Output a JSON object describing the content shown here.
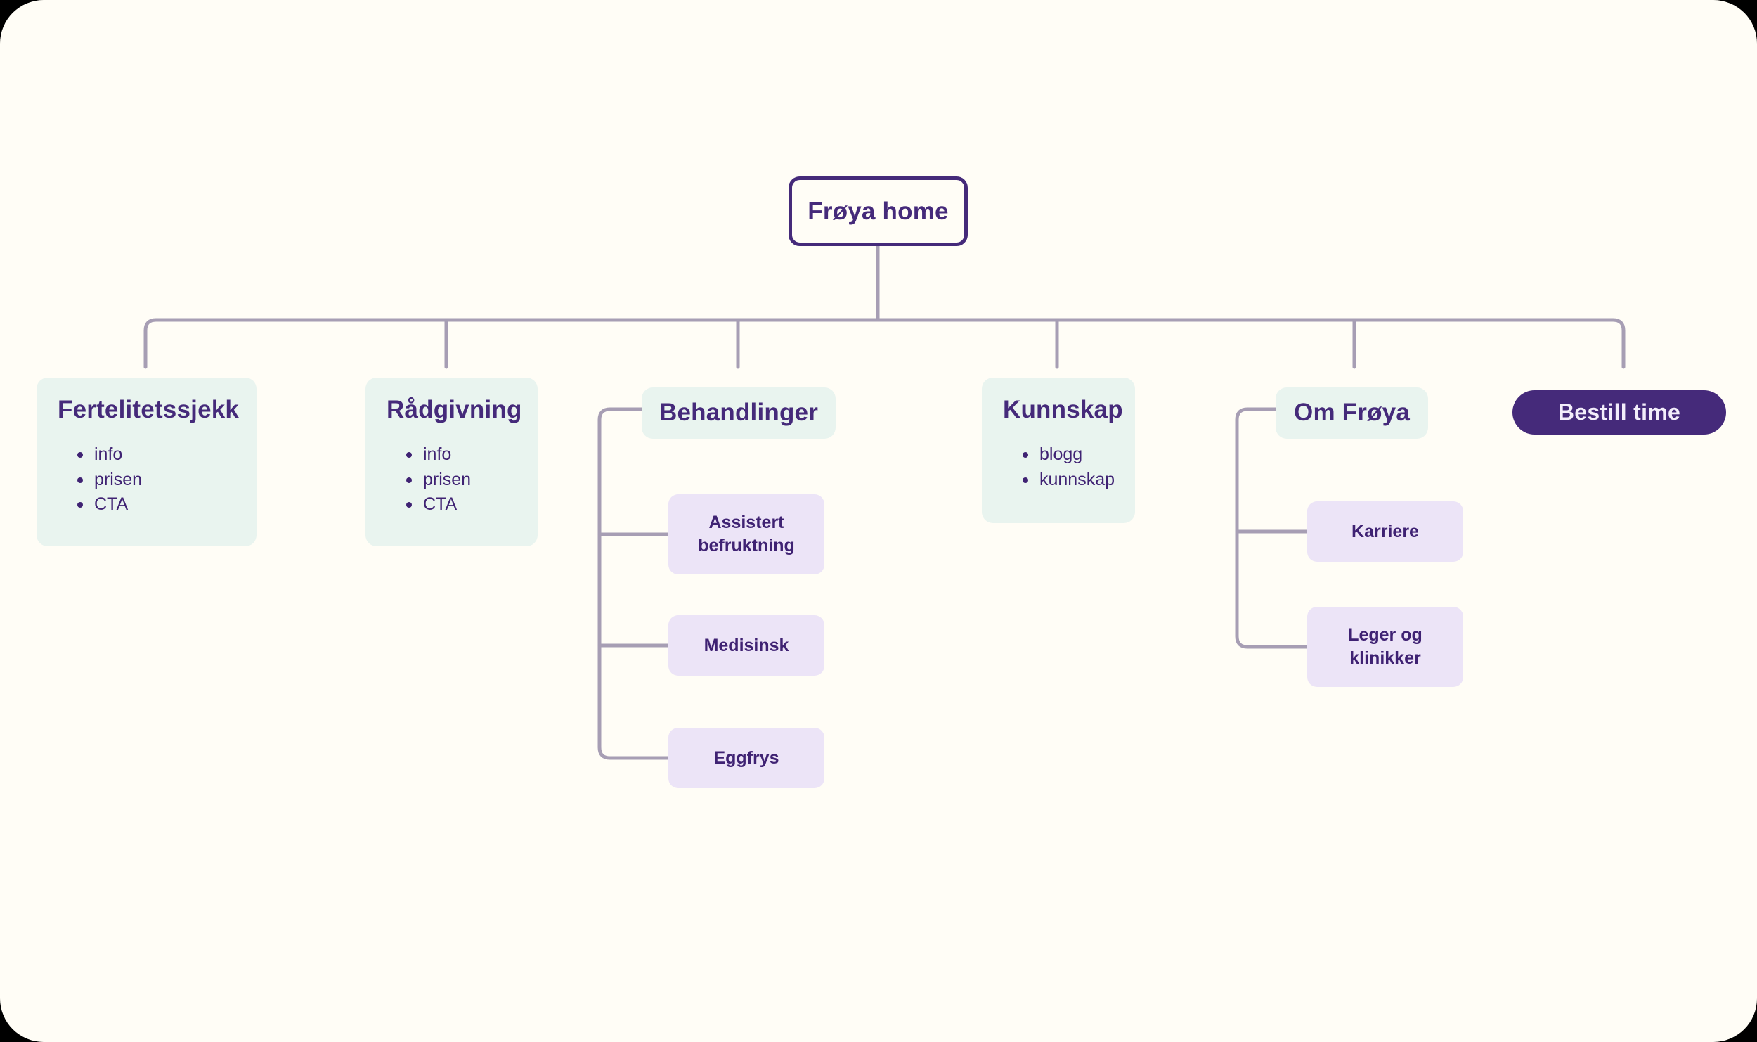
{
  "diagram": {
    "type": "sitemap-tree",
    "background_color": "#fffdf6",
    "connector_color": "#a79eb4",
    "accent_color": "#452a7a",
    "section_card_color": "#e9f4ef",
    "leaf_card_color": "#ece4f7",
    "root": {
      "label": "Frøya home"
    },
    "sections": [
      {
        "id": "fertilitetssjekk",
        "label": "Fertelitetssjekk",
        "bullets": [
          "info",
          "prisen",
          "CTA"
        ],
        "children": []
      },
      {
        "id": "radgivning",
        "label": "Rådgivning",
        "bullets": [
          "info",
          "prisen",
          "CTA"
        ],
        "children": []
      },
      {
        "id": "behandlinger",
        "label": "Behandlinger",
        "bullets": [],
        "children": [
          {
            "id": "assistert-befruktning",
            "label": "Assistert befruktning"
          },
          {
            "id": "medisinsk",
            "label": "Medisinsk"
          },
          {
            "id": "eggfrys",
            "label": "Eggfrys"
          }
        ]
      },
      {
        "id": "kunnskap",
        "label": "Kunnskap",
        "bullets": [
          "blogg",
          "kunnskap"
        ],
        "children": []
      },
      {
        "id": "om-froya",
        "label": "Om Frøya",
        "bullets": [],
        "children": [
          {
            "id": "karriere",
            "label": "Karriere"
          },
          {
            "id": "leger-og-klinikker",
            "label": "Leger og klinikker"
          }
        ]
      }
    ],
    "cta": {
      "label": "Bestill time"
    }
  }
}
